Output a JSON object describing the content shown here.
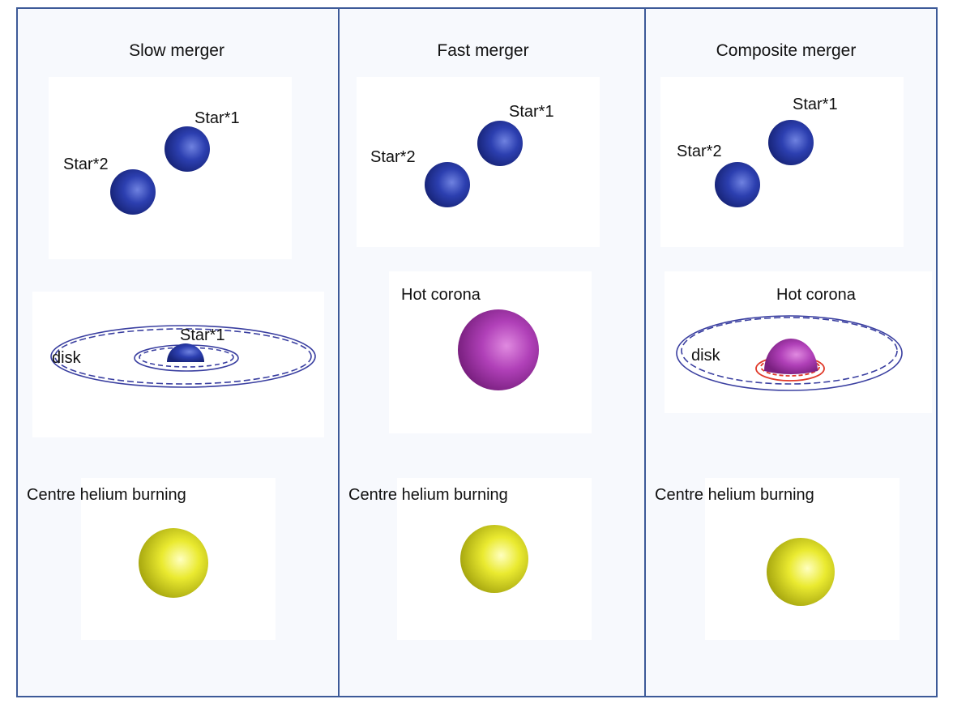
{
  "panels": [
    {
      "title": "Slow merger",
      "star1": "Star*1",
      "star2": "Star*2",
      "mid_star": "Star*1",
      "disk": "disk",
      "final": "Centre helium burning"
    },
    {
      "title": "Fast merger",
      "star1": "Star*1",
      "star2": "Star*2",
      "corona": "Hot corona",
      "final": "Centre helium burning"
    },
    {
      "title": "Composite merger",
      "star1": "Star*1",
      "star2": "Star*2",
      "corona": "Hot corona",
      "disk": "disk",
      "final": "Centre helium burning"
    }
  ],
  "colors": {
    "border": "#3d5a98",
    "star": "#2a3fa8",
    "corona": "#b040b0",
    "helium": "#e8e820",
    "disk": "#3a3fa0",
    "inner_ring": "#e03a2a"
  }
}
